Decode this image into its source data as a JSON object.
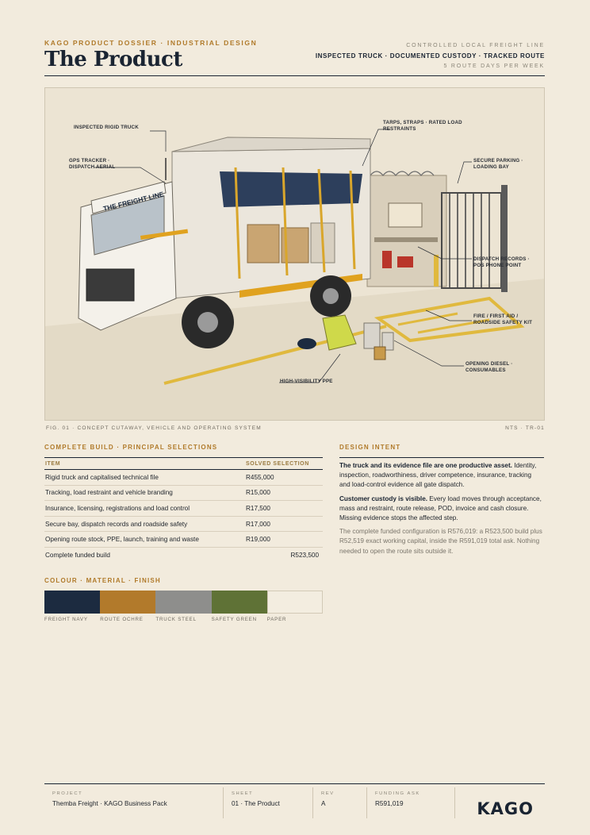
{
  "header": {
    "kicker": "KAGO PRODUCT DOSSIER · INDUSTRIAL DESIGN",
    "title": "The Product",
    "right_line1": "CONTROLLED LOCAL FREIGHT LINE",
    "right_line2": "INSPECTED TRUCK · DOCUMENTED CUSTODY · TRACKED ROUTE",
    "right_line3": "5 ROUTE DAYS PER WEEK"
  },
  "figure": {
    "truck_sign": "THE FREIGHT LINE",
    "callouts": {
      "truck": "INSPECTED RIGID TRUCK",
      "gps": "GPS TRACKER · DISPATCH AERIAL",
      "tarps": "TARPS, STRAPS · RATED LOAD RESTRAINTS",
      "parking": "SECURE PARKING · LOADING BAY",
      "dispatch": "DISPATCH RECORDS · POS PHONE POINT",
      "fire": "FIRE / FIRST AID / ROADSIDE SAFETY KIT",
      "diesel": "OPENING DIESEL · CONSUMABLES",
      "ppe": "HIGH-VISIBILITY PPE"
    },
    "caption_left": "FIG. 01 · CONCEPT CUTAWAY, VEHICLE AND OPERATING SYSTEM",
    "caption_right": "NTS · TR-01"
  },
  "build": {
    "heading": "COMPLETE BUILD · PRINCIPAL SELECTIONS",
    "col_item": "ITEM",
    "col_selection": "SOLVED SELECTION",
    "rows": [
      {
        "item": "Rigid truck and capitalised technical file",
        "value": "R455,000"
      },
      {
        "item": "Tracking, load restraint and vehicle branding",
        "value": "R15,000"
      },
      {
        "item": "Insurance, licensing, registrations and load control",
        "value": "R17,500"
      },
      {
        "item": "Secure bay, dispatch records and roadside safety",
        "value": "R17,000"
      },
      {
        "item": "Opening route stock, PPE, launch, training and waste",
        "value": "R19,000"
      }
    ],
    "total_label": "Complete funded build",
    "total_value": "R523,500"
  },
  "finish": {
    "heading": "COLOUR · MATERIAL · FINISH",
    "swatches": [
      {
        "name": "FREIGHT NAVY",
        "color": "#1c2b40"
      },
      {
        "name": "ROUTE OCHRE",
        "color": "#b27a2b"
      },
      {
        "name": "TRUCK STEEL",
        "color": "#8e8e8c"
      },
      {
        "name": "SAFETY GREEN",
        "color": "#5f7236"
      },
      {
        "name": "PAPER",
        "color": "#f3ede0"
      }
    ]
  },
  "intent": {
    "heading": "DESIGN INTENT",
    "p1_lead": "The truck and its evidence file are one productive asset.",
    "p1_body": " Identity, inspection, roadworthiness, driver competence, insurance, tracking and load-control evidence all gate dispatch.",
    "p2_lead": "Customer custody is visible.",
    "p2_body": " Every load moves through acceptance, mass and restraint, route release, POD, invoice and cash closure. Missing evidence stops the affected step.",
    "p3": "The complete funded configuration is R576,019: a R523,500 build plus R52,519 exact working capital, inside the R591,019 total ask. Nothing needed to open the route sits outside it."
  },
  "footer": {
    "project_label": "PROJECT",
    "project_value": "Themba Freight · KAGO Business Pack",
    "sheet_label": "SHEET",
    "sheet_value": "01 · The Product",
    "rev_label": "REV",
    "rev_value": "A",
    "funding_label": "FUNDING ASK",
    "funding_value": "R591,019",
    "logo": "KAGO"
  },
  "colors": {
    "accent": "#b07a2a",
    "navy": "#1a2432",
    "paper": "#f2ebdd"
  }
}
